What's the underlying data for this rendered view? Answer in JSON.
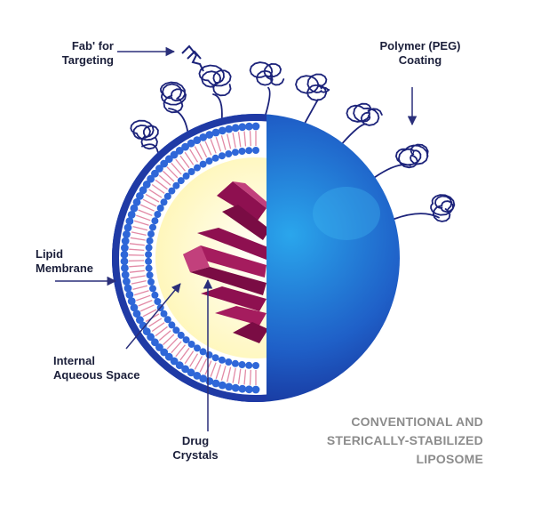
{
  "labels": {
    "fab": [
      "Fab' for",
      "Targeting"
    ],
    "polymer": [
      "Polymer (PEG)",
      "Coating"
    ],
    "lipid": [
      "Lipid",
      "Membrane"
    ],
    "aqueous": [
      "Internal",
      "Aqueous Space"
    ],
    "drug": [
      "Drug",
      "Crystals"
    ]
  },
  "title": [
    "CONVENTIONAL AND",
    "STERICALLY-STABILIZED",
    "LIPOSOME"
  ],
  "colors": {
    "sphere_light": "#2aa6ec",
    "sphere_dark": "#15238a",
    "membrane_bead": "#2f67d8",
    "membrane_tail": "#e28aa6",
    "aqueous": "#fffbd2",
    "crystal": "#8e1050",
    "peg_coil": "#1c237a",
    "arrow": "#2a2f7a",
    "title_text": "#8c8c8c"
  }
}
